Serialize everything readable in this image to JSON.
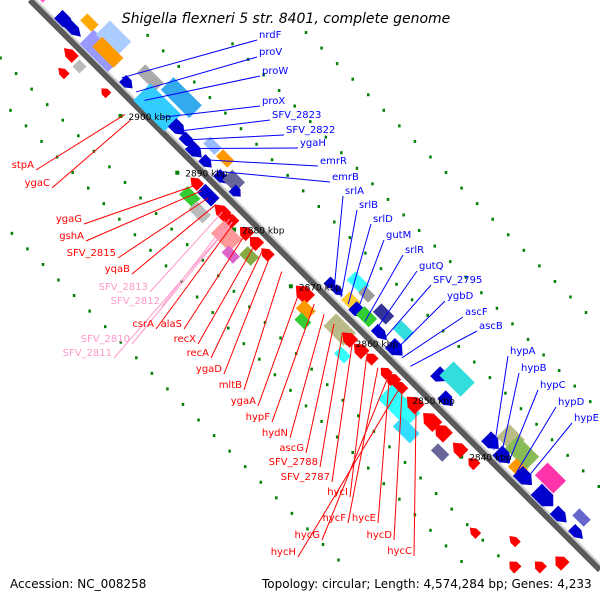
{
  "title": "Shigella flexneri 5 str. 8401, complete genome",
  "footer": {
    "accession": "Accession: NC_008258",
    "summary": "Topology: circular; Length: 4,574,284 bp; Genes: 4,233"
  },
  "colors": {
    "backbone": "#808080",
    "forward_label_line": "#0000ff",
    "reverse_label_line": "#ff0000",
    "pseudo_label_line": "#ff99cc",
    "tick": "#007f00"
  },
  "kbp_ticks": [
    {
      "label": "2900 kbp",
      "kbp": 2900
    },
    {
      "label": "2890 kbp",
      "kbp": 2890
    },
    {
      "label": "2880 kbp",
      "kbp": 2880
    },
    {
      "label": "2870 kbp",
      "kbp": 2870
    },
    {
      "label": "2860 kbp",
      "kbp": 2860
    },
    {
      "label": "2850 kbp",
      "kbp": 2850
    },
    {
      "label": "2840 kbp",
      "kbp": 2840
    }
  ],
  "forward_genes": [
    "nrdF",
    "proV",
    "proW",
    "proX",
    "SFV_2823",
    "SFV_2822",
    "ygaH",
    "emrR",
    "emrB",
    "srlA",
    "srlB",
    "srlD",
    "gutM",
    "srlR",
    "gutQ",
    "SFV_2795",
    "ygbD",
    "ascF",
    "ascB",
    "hypA",
    "hypB",
    "hypC",
    "hypD",
    "hypE"
  ],
  "reverse_genes": [
    "stpA",
    "ygaC",
    "ygaG",
    "gshA",
    "SFV_2815",
    "yqaB",
    "csrA",
    "alaS",
    "recX",
    "recA",
    "ygaD",
    "mltB",
    "ygaA",
    "hypF",
    "hydN",
    "ascG",
    "SFV_2788",
    "SFV_2787",
    "hycI",
    "hycF",
    "hycE",
    "hycG",
    "hycD",
    "hycH",
    "hycC"
  ],
  "pseudo_genes": [
    "SFV_2813",
    "SFV_2812",
    "SFV_2810",
    "SFV_2811"
  ]
}
